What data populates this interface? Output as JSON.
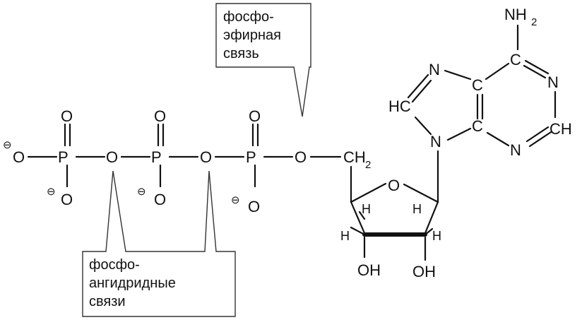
{
  "labels": {
    "o": "O",
    "p": "P",
    "n": "N",
    "c": "C",
    "h": "H",
    "hc": "HC",
    "ch": "CH",
    "ch2": "CH",
    "ch2_sub": "2",
    "nh2": "NH",
    "nh2_sub": "2",
    "oh": "OH",
    "minus": "⊖"
  },
  "callouts": {
    "ester": {
      "line1": "фосфо-",
      "line2": "эфирная",
      "line3": "связь"
    },
    "anhydride": {
      "line1": "фосфо-",
      "line2": "ангидридные",
      "line3": "связи"
    }
  }
}
